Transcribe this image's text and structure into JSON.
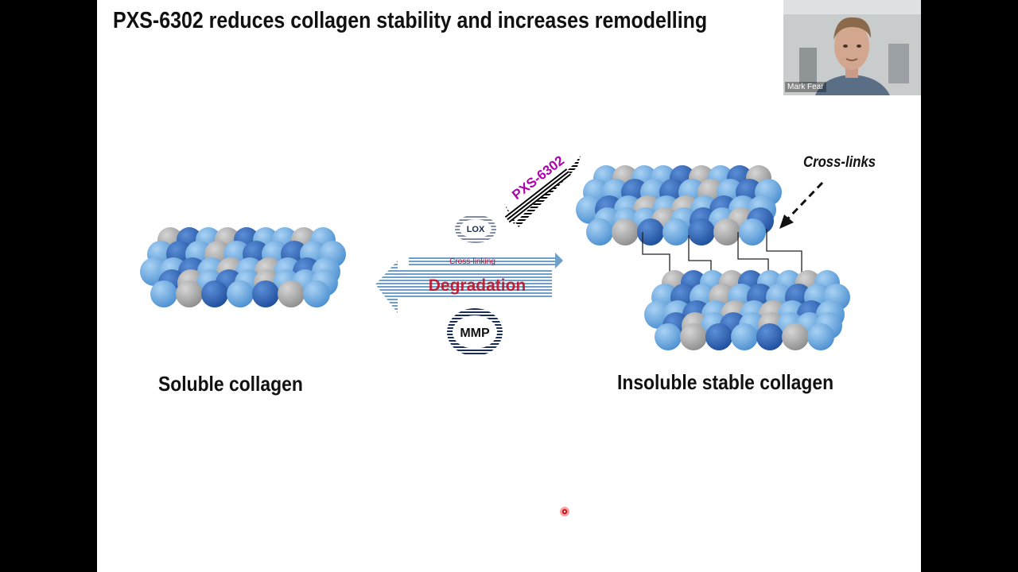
{
  "slide": {
    "title": "PXS-6302 reduces collagen stability and increases remodelling"
  },
  "diagram": {
    "left_label": "Soluble collagen",
    "right_label": "Insoluble stable collagen",
    "crosslinks_label": "Cross-links",
    "inhibitor_label": "PXS-6302",
    "enzyme_top_label": "LOX",
    "enzyme_bottom_label": "MMP",
    "forward_arrow_label": "Cross-linking",
    "reverse_arrow_label": "Degradation"
  },
  "colors": {
    "sphere_light_blue": "#5aa0dc",
    "sphere_dark_blue": "#2f62b4",
    "sphere_grey": "#a5a5a5",
    "inhibitor_text": "#b000b0",
    "degradation_text": "#c0102a",
    "arrow_stripe": "#6e9fc8",
    "laser_pointer": "#d0101a"
  },
  "video": {
    "participant_name": "Mark Fear"
  }
}
